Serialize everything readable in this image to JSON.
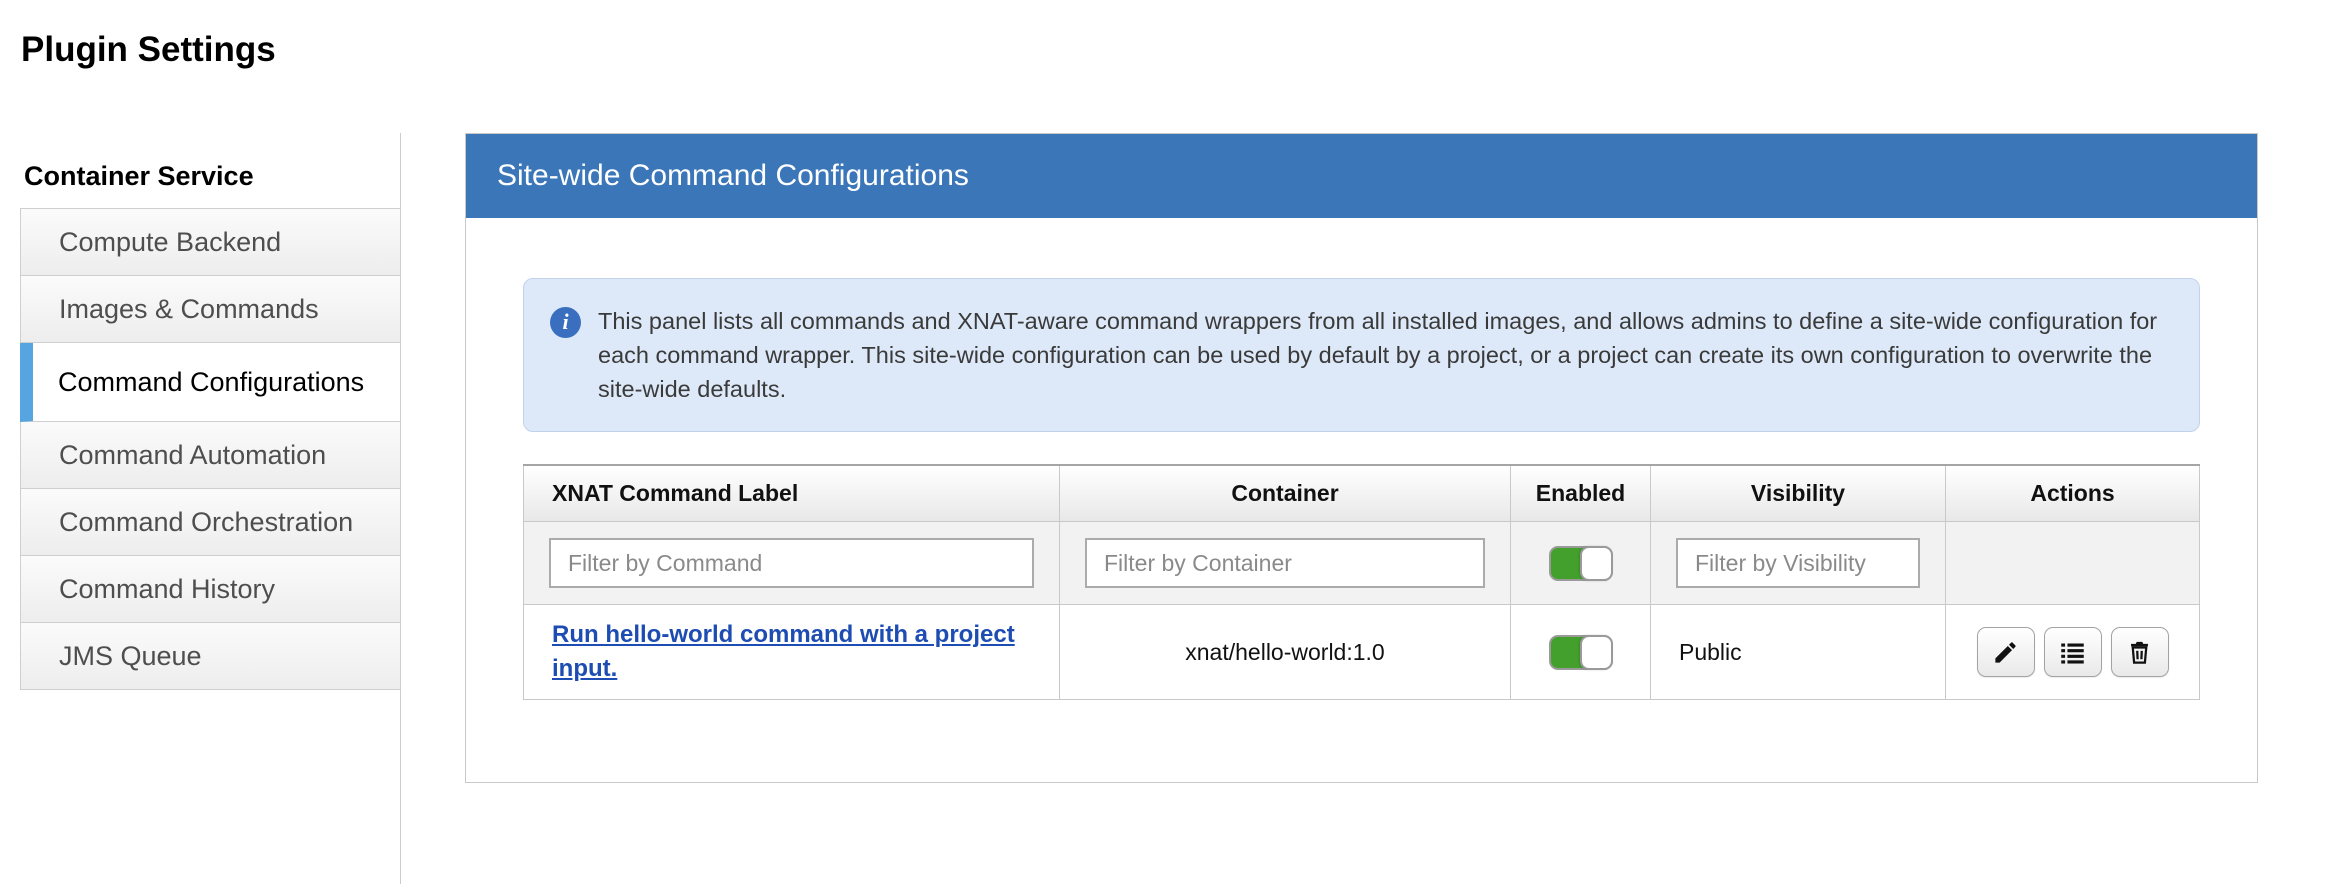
{
  "page": {
    "title": "Plugin Settings"
  },
  "sidebar": {
    "header": "Container Service",
    "items": [
      {
        "label": "Compute Backend",
        "active": false
      },
      {
        "label": "Images & Commands",
        "active": false
      },
      {
        "label": "Command Configurations",
        "active": true
      },
      {
        "label": "Command Automation",
        "active": false
      },
      {
        "label": "Command Orchestration",
        "active": false
      },
      {
        "label": "Command History",
        "active": false
      },
      {
        "label": "JMS Queue",
        "active": false
      }
    ]
  },
  "panel": {
    "title": "Site-wide Command Configurations",
    "info_text": "This panel lists all commands and XNAT-aware command wrappers from all installed images, and allows admins to define a site-wide configuration for each command wrapper. This site-wide configuration can be used by default by a project, or a project can create its own configuration to overwrite the site-wide defaults.",
    "table": {
      "columns": [
        "XNAT Command Label",
        "Container",
        "Enabled",
        "Visibility",
        "Actions"
      ],
      "filters": {
        "command_placeholder": "Filter by Command",
        "container_placeholder": "Filter by Container",
        "visibility_placeholder": "Filter by Visibility",
        "enabled_state": "on"
      },
      "rows": [
        {
          "label": "Run hello-world command with a project input.",
          "container": "xnat/hello-world:1.0",
          "enabled_state": "on",
          "visibility": "Public",
          "actions": [
            "edit",
            "view-command",
            "delete"
          ]
        }
      ]
    }
  },
  "icons": {
    "info": "i"
  },
  "colors": {
    "panel_header_bg": "#3a76b8",
    "active_tab_bar": "#56a5e1",
    "info_banner_bg": "#dde9f8",
    "toggle_on": "#43a02c",
    "link": "#1d4db2"
  }
}
